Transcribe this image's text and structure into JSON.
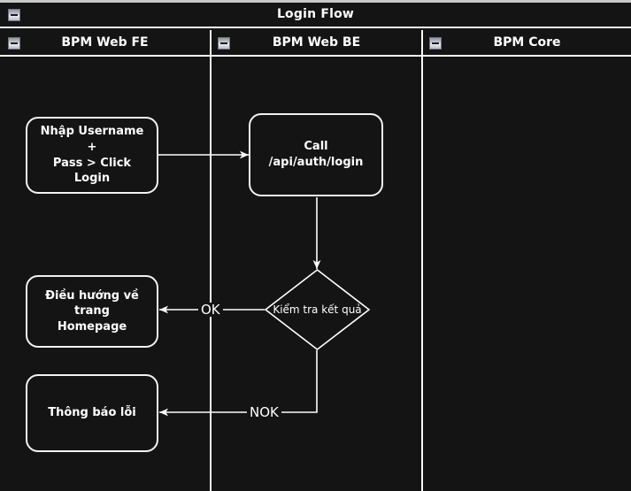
{
  "diagram": {
    "title": "Login Flow",
    "background_color": "#141414",
    "line_color": "#ffffff",
    "page_background": "#c8c8c8"
  },
  "lanes": [
    {
      "id": "fe",
      "label": "BPM Web FE",
      "collapse_icon": "minus-box-icon"
    },
    {
      "id": "be",
      "label": "BPM Web BE",
      "collapse_icon": "minus-box-icon"
    },
    {
      "id": "core",
      "label": "BPM Core",
      "collapse_icon": "minus-box-icon"
    }
  ],
  "pool": {
    "collapse_icon": "minus-box-icon"
  },
  "nodes": [
    {
      "id": "n1",
      "lane": "fe",
      "type": "process",
      "label": "Nhập Username +\nPass > Click Login"
    },
    {
      "id": "n2",
      "lane": "be",
      "type": "process",
      "label": "Call /api/auth/login"
    },
    {
      "id": "n3",
      "lane": "be",
      "type": "decision",
      "label": "Kiểm tra kết quả"
    },
    {
      "id": "n4",
      "lane": "fe",
      "type": "process",
      "label": "Điều hướng về trang\nHomepage"
    },
    {
      "id": "n5",
      "lane": "fe",
      "type": "process",
      "label": "Thông báo lỗi"
    }
  ],
  "node_text": {
    "n1_line1": "Nhập Username +",
    "n1_line2": "Pass > Click Login",
    "n2": "Call /api/auth/login",
    "n3": "Kiểm tra kết quả",
    "n4_line1": "Điều hướng về trang",
    "n4_line2": "Homepage",
    "n5": "Thông báo lỗi"
  },
  "edges": [
    {
      "id": "e1",
      "from": "n1",
      "to": "n2",
      "label": ""
    },
    {
      "id": "e2",
      "from": "n2",
      "to": "n3",
      "label": ""
    },
    {
      "id": "e3",
      "from": "n3",
      "to": "n4",
      "label": "OK"
    },
    {
      "id": "e4",
      "from": "n3",
      "to": "n5",
      "label": "NOK"
    }
  ],
  "edge_labels": {
    "ok": "OK",
    "nok": "NOK"
  }
}
